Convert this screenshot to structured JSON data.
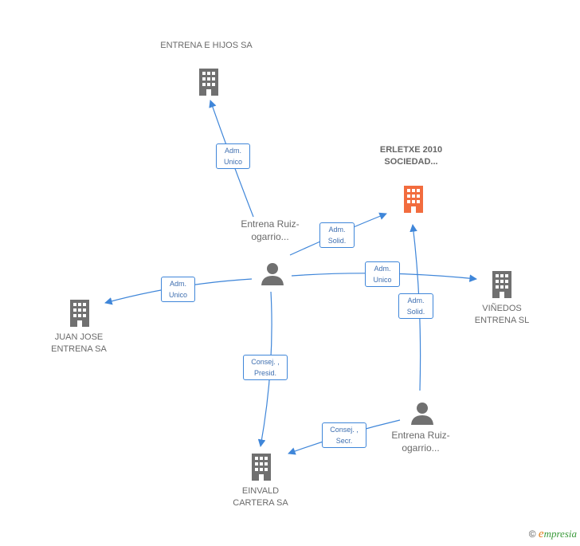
{
  "colors": {
    "edge": "#3f86d9",
    "building": "#707070",
    "building_focus": "#f26c3e",
    "person": "#707070"
  },
  "nodes": {
    "entrena_hijos": {
      "label": "ENTRENA E HIJOS SA",
      "icon": "building-icon"
    },
    "erletxe": {
      "label": "ERLETXE 2010 SOCIEDAD...",
      "icon": "building-icon"
    },
    "vinedos": {
      "label": "VIÑEDOS ENTRENA SL",
      "icon": "building-icon"
    },
    "juan_jose": {
      "label": "JUAN JOSE ENTRENA SA",
      "icon": "building-icon"
    },
    "einvald": {
      "label": "EINVALD CARTERA SA",
      "icon": "building-icon"
    },
    "person_a": {
      "label": "Entrena Ruiz-ogarrio...",
      "icon": "person-icon"
    },
    "person_b": {
      "label": "Entrena Ruiz-ogarrio...",
      "icon": "person-icon"
    }
  },
  "edges": {
    "a_hijos": {
      "line1": "Adm.",
      "line2": "Unico"
    },
    "a_erletxe": {
      "line1": "Adm.",
      "line2": "Solid."
    },
    "a_vinedos": {
      "line1": "Adm.",
      "line2": "Unico"
    },
    "a_juan": {
      "line1": "Adm.",
      "line2": "Unico"
    },
    "a_einvald": {
      "line1": "Consej. ,",
      "line2": "Presid."
    },
    "b_erletxe": {
      "line1": "Adm.",
      "line2": "Solid."
    },
    "b_einvald": {
      "line1": "Consej. ,",
      "line2": "Secr."
    }
  },
  "footer": {
    "copyright": "©",
    "brand_initial": "e",
    "brand_rest": "mpresia"
  }
}
